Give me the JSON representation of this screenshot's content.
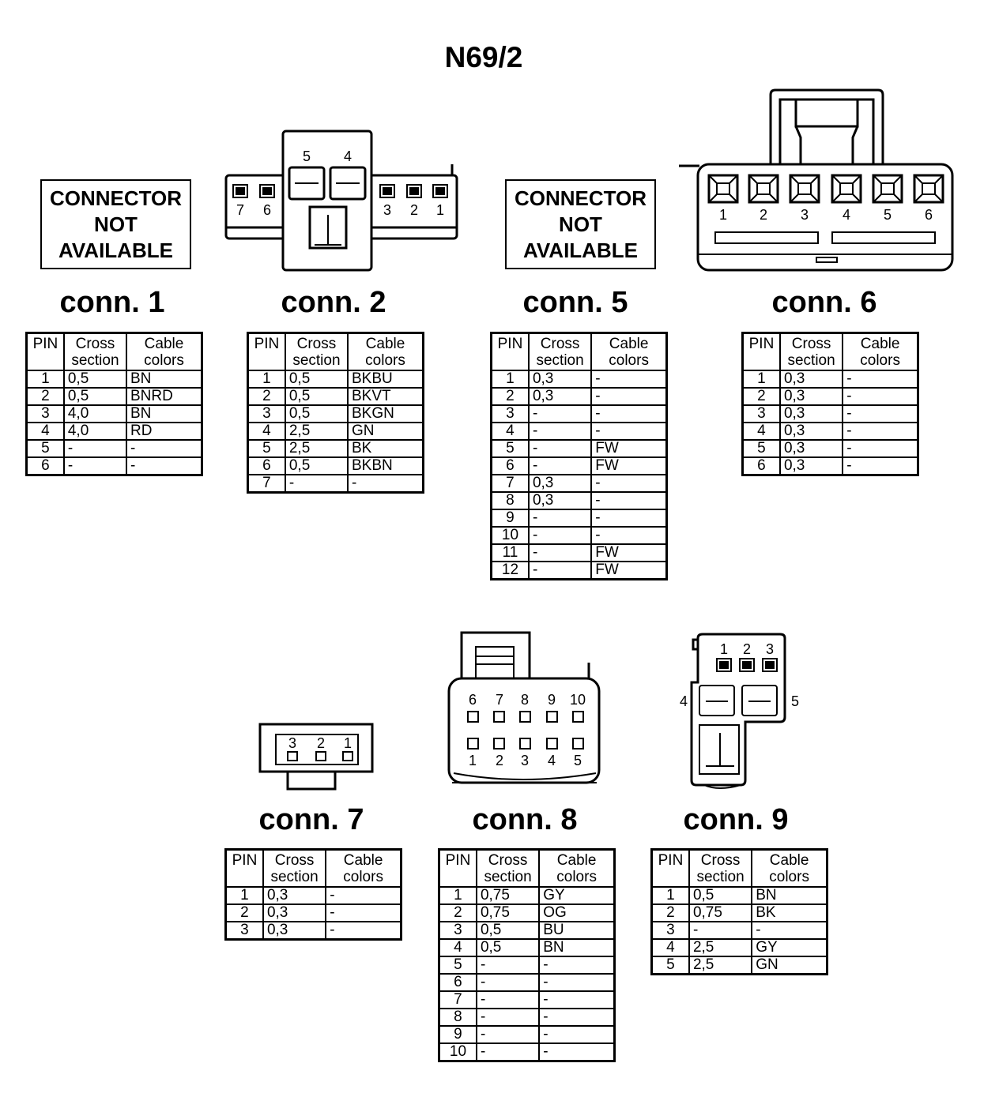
{
  "title": "N69/2",
  "na_text": [
    "CONNECTOR",
    "NOT",
    "AVAILABLE"
  ],
  "headers": {
    "pin": "PIN",
    "cross": [
      "Cross",
      "section"
    ],
    "colors": [
      "Cable",
      "colors"
    ]
  },
  "connectors": [
    {
      "label": "conn. 1",
      "rows": [
        [
          "1",
          "0,5",
          "BN"
        ],
        [
          "2",
          "0,5",
          "BNRD"
        ],
        [
          "3",
          "4,0",
          "BN"
        ],
        [
          "4",
          "4,0",
          "RD"
        ],
        [
          "5",
          "-",
          "-"
        ],
        [
          "6",
          "-",
          "-"
        ]
      ]
    },
    {
      "label": "conn. 2",
      "pin_labels": [
        "5",
        "4",
        "7",
        "6",
        "3",
        "2",
        "1"
      ],
      "rows": [
        [
          "1",
          "0,5",
          "BKBU"
        ],
        [
          "2",
          "0,5",
          "BKVT"
        ],
        [
          "3",
          "0,5",
          "BKGN"
        ],
        [
          "4",
          "2,5",
          "GN"
        ],
        [
          "5",
          "2,5",
          "BK"
        ],
        [
          "6",
          "0,5",
          "BKBN"
        ],
        [
          "7",
          "-",
          "-"
        ]
      ]
    },
    {
      "label": "conn. 5",
      "rows": [
        [
          "1",
          "0,3",
          "-"
        ],
        [
          "2",
          "0,3",
          "-"
        ],
        [
          "3",
          "-",
          "-"
        ],
        [
          "4",
          "-",
          "-"
        ],
        [
          "5",
          "-",
          "FW"
        ],
        [
          "6",
          "-",
          "FW"
        ],
        [
          "7",
          "0,3",
          "-"
        ],
        [
          "8",
          "0,3",
          "-"
        ],
        [
          "9",
          "-",
          "-"
        ],
        [
          "10",
          "-",
          "-"
        ],
        [
          "11",
          "-",
          "FW"
        ],
        [
          "12",
          "-",
          "FW"
        ]
      ]
    },
    {
      "label": "conn. 6",
      "pin_labels": [
        "1",
        "2",
        "3",
        "4",
        "5",
        "6"
      ],
      "rows": [
        [
          "1",
          "0,3",
          "-"
        ],
        [
          "2",
          "0,3",
          "-"
        ],
        [
          "3",
          "0,3",
          "-"
        ],
        [
          "4",
          "0,3",
          "-"
        ],
        [
          "5",
          "0,3",
          "-"
        ],
        [
          "6",
          "0,3",
          "-"
        ]
      ]
    },
    {
      "label": "conn. 7",
      "pin_labels": [
        "3",
        "2",
        "1"
      ],
      "rows": [
        [
          "1",
          "0,3",
          "-"
        ],
        [
          "2",
          "0,3",
          "-"
        ],
        [
          "3",
          "0,3",
          "-"
        ]
      ]
    },
    {
      "label": "conn. 8",
      "pin_labels": [
        "6",
        "7",
        "8",
        "9",
        "10",
        "1",
        "2",
        "3",
        "4",
        "5"
      ],
      "rows": [
        [
          "1",
          "0,75",
          "GY"
        ],
        [
          "2",
          "0,75",
          "OG"
        ],
        [
          "3",
          "0,5",
          "BU"
        ],
        [
          "4",
          "0,5",
          "BN"
        ],
        [
          "5",
          "-",
          "-"
        ],
        [
          "6",
          "-",
          "-"
        ],
        [
          "7",
          "-",
          "-"
        ],
        [
          "8",
          "-",
          "-"
        ],
        [
          "9",
          "-",
          "-"
        ],
        [
          "10",
          "-",
          "-"
        ]
      ]
    },
    {
      "label": "conn. 9",
      "pin_labels": [
        "1",
        "2",
        "3",
        "4",
        "5"
      ],
      "rows": [
        [
          "1",
          "0,5",
          "BN"
        ],
        [
          "2",
          "0,75",
          "BK"
        ],
        [
          "3",
          "-",
          "-"
        ],
        [
          "4",
          "2,5",
          "GY"
        ],
        [
          "5",
          "2,5",
          "GN"
        ]
      ]
    }
  ]
}
